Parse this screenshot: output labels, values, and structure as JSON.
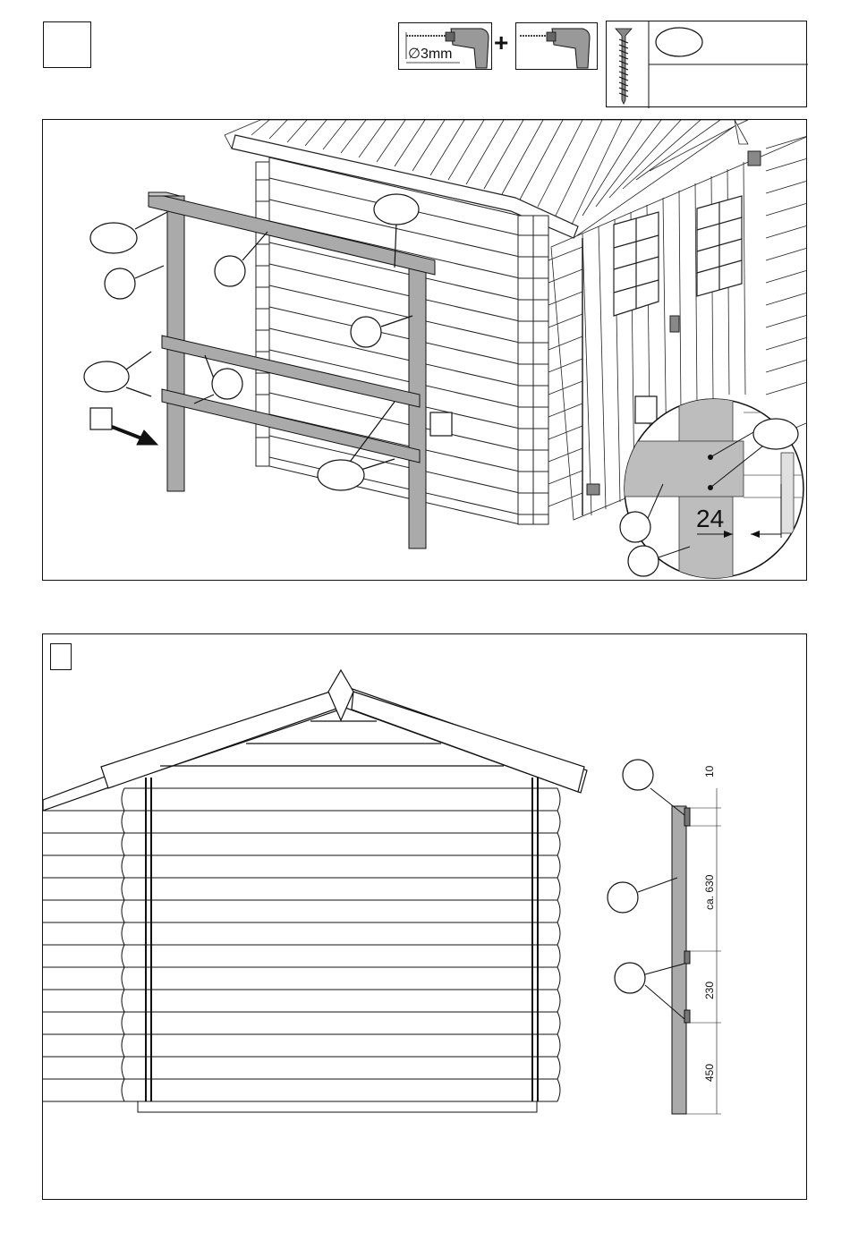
{
  "tools": {
    "drill_bit_size": "∅3mm",
    "plus_sign": "+"
  },
  "detail": {
    "measure": "24"
  },
  "dimensions": {
    "top": "10",
    "upper": "ca. 630",
    "middle": "230",
    "bottom": "450"
  },
  "icons": {
    "drill": "drill-icon",
    "screwdriver": "cordless-screwdriver-icon",
    "screw": "screw-icon"
  }
}
